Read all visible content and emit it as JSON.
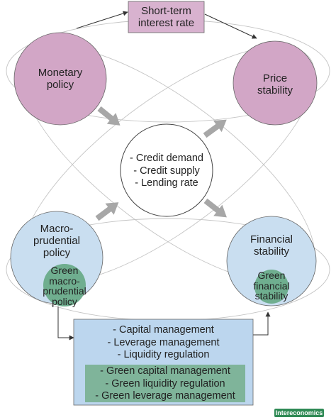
{
  "colors": {
    "pink_fill": "#d2a6c6",
    "pink_box_fill": "#d8b2cf",
    "blue_fill": "#c9def0",
    "blue_box_fill": "#bcd6ee",
    "green_fill": "#6fae8f",
    "green_box_fill": "#7fb49a",
    "gray_arrow": "#a7a7a7",
    "badge_green": "#2f8a55"
  },
  "nodes": {
    "short_term_rate": "Short-term\ninterest rate",
    "monetary_policy": "Monetary\npolicy",
    "price_stability": "Price\nstability",
    "macroprudential_policy": "Macro-\nprudential\npolicy",
    "green_macroprudential_policy": "Green\nmacro-\nprudential\npolicy",
    "financial_stability": "Financial\nstability",
    "green_financial_stability": "Green\nfinancial\nstability"
  },
  "center_items": [
    "- Credit demand",
    "- Credit supply",
    "- Lending rate"
  ],
  "tools_items": [
    "- Capital management",
    "- Leverage management",
    "- Liquidity regulation"
  ],
  "green_tools_items": [
    "- Green capital management",
    "- Green liquidity regulation",
    "- Green leverage management"
  ],
  "logo": "Intereconomics"
}
